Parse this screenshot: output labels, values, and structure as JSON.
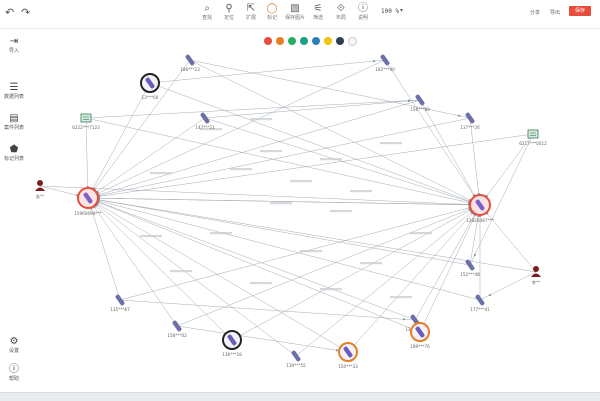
{
  "toolbar": {
    "tools": [
      {
        "id": "search",
        "icon": "search-icon",
        "glyph": "⌕",
        "label": "查找"
      },
      {
        "id": "locate",
        "icon": "pin-icon",
        "glyph": "⚲",
        "label": "定位"
      },
      {
        "id": "expand",
        "icon": "expand-icon",
        "glyph": "⇱",
        "label": "扩展"
      },
      {
        "id": "mark",
        "icon": "mark-icon",
        "glyph": "◯",
        "label": "标记"
      },
      {
        "id": "image",
        "icon": "image-icon",
        "glyph": "▧",
        "label": "保存图片"
      },
      {
        "id": "filter",
        "icon": "filter-icon",
        "glyph": "⚟",
        "label": "筛选"
      },
      {
        "id": "layout",
        "icon": "layout-icon",
        "glyph": "⟐",
        "label": "布局"
      },
      {
        "id": "info",
        "icon": "info-icon",
        "glyph": "ⓘ",
        "label": "说明"
      }
    ],
    "zoom": "100 %",
    "links": [
      "分享",
      "导出"
    ],
    "save_label": "保存",
    "colors": [
      "#e74c3c",
      "#e67e22",
      "#27ae60",
      "#16a085",
      "#2980b9",
      "#f1c40f",
      "#2c3e50",
      "#f5f5f5"
    ]
  },
  "sidebar": {
    "items": [
      {
        "icon": "import-icon",
        "glyph": "⇥",
        "label": "导入"
      },
      {
        "icon": "list-icon",
        "glyph": "☰",
        "label": "数据列表"
      },
      {
        "icon": "clipboard-icon",
        "glyph": "▤",
        "label": "案件列表"
      },
      {
        "icon": "tag-icon",
        "glyph": "⬟",
        "label": "标记列表"
      }
    ],
    "bottom": [
      {
        "icon": "settings-icon",
        "glyph": "⚙",
        "label": "设置"
      },
      {
        "icon": "help-icon",
        "glyph": "ⓘ",
        "label": "帮助"
      }
    ]
  },
  "graph": {
    "hubs": [
      {
        "id": "L",
        "type": "pin-red",
        "label": "15960099***"
      },
      {
        "id": "R",
        "type": "pin-red",
        "label": "13826087***"
      }
    ],
    "nodes": [
      {
        "id": "n1",
        "type": "phone-circle-black",
        "label": "13***60"
      },
      {
        "id": "n2",
        "type": "phone",
        "label": "186***23"
      },
      {
        "id": "n3",
        "type": "phone",
        "label": "182***90"
      },
      {
        "id": "n4",
        "type": "phone",
        "label": "156***89"
      },
      {
        "id": "n5",
        "type": "phone",
        "label": "137***26"
      },
      {
        "id": "n6",
        "type": "phone",
        "label": "177***41"
      },
      {
        "id": "n7",
        "type": "doc",
        "label": "6222***7123"
      },
      {
        "id": "n8",
        "type": "doc",
        "label": "6217***0012"
      },
      {
        "id": "n9",
        "type": "person",
        "label": "张**"
      },
      {
        "id": "n10",
        "type": "person",
        "label": "李**"
      },
      {
        "id": "n11",
        "type": "phone",
        "label": "135***67"
      },
      {
        "id": "n12",
        "type": "phone",
        "label": "158***02"
      },
      {
        "id": "n13",
        "type": "phone",
        "label": "139***55"
      },
      {
        "id": "n14",
        "type": "phone-circle-black",
        "label": "136***18"
      },
      {
        "id": "n15",
        "type": "phone",
        "label": "131***09"
      },
      {
        "id": "n16",
        "type": "phone-circle-orange",
        "label": "150***33"
      },
      {
        "id": "n17",
        "type": "phone-circle-orange",
        "label": "189***76"
      },
      {
        "id": "n18",
        "type": "phone",
        "label": "147***21"
      },
      {
        "id": "n19",
        "type": "phone",
        "label": "152***48"
      }
    ]
  }
}
